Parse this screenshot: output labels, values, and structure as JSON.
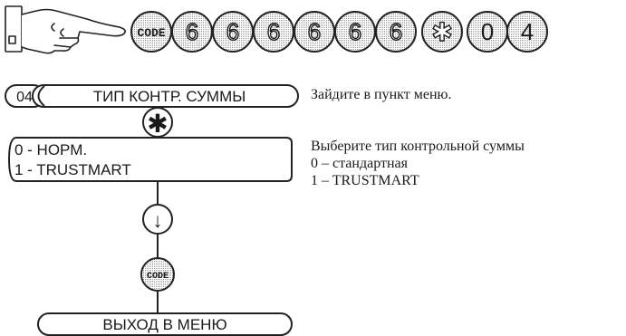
{
  "key_sequence": {
    "code_label": "CODE",
    "keys": [
      "6",
      "6",
      "6",
      "6",
      "6",
      "6",
      "✱",
      "0",
      "4"
    ]
  },
  "menu": {
    "item_number": "04",
    "item_title": "ТИП КОНТР. СУММЫ",
    "star_key": "✱",
    "options": [
      "0 - НОРМ.",
      "1 - TRUSTMART"
    ],
    "arrow_key": "↓",
    "code_key": "CODE",
    "exit_label": "ВЫХОД В МЕНЮ"
  },
  "instructions": {
    "step1": "Зайдите в пункт меню.",
    "step2": "Выберите тип контрольной суммы",
    "option0": "0 – стандартная",
    "option1": "1 – TRUSTMART"
  }
}
